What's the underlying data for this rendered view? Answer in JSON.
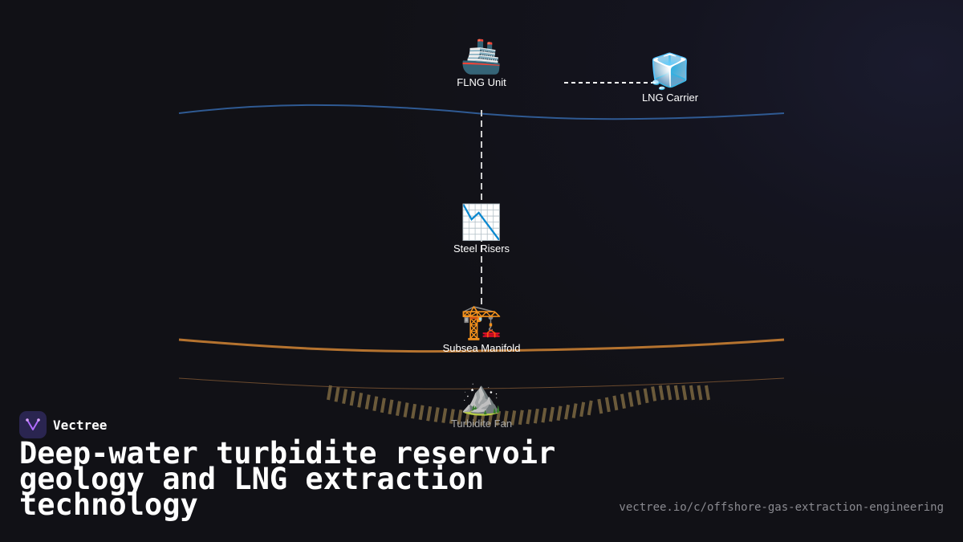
{
  "nodes": {
    "flng": {
      "label": "FLNG Unit",
      "icon": "🚢",
      "icon_name": "ship-icon"
    },
    "carrier": {
      "label": "LNG Carrier",
      "icon": "🧊",
      "icon_name": "ice-cube-icon"
    },
    "risers": {
      "label": "Steel Risers",
      "icon": "📉",
      "icon_name": "chart-decreasing-icon"
    },
    "manifold": {
      "label": "Subsea Manifold",
      "icon": "🏗️",
      "icon_name": "crane-icon"
    },
    "fan": {
      "label": "Turbidite Fan",
      "icon": "⛰️",
      "icon_name": "mountain-icon"
    }
  },
  "colors": {
    "sea_surface": "#2f5a93",
    "seabed": "#b5732f",
    "subsurface": "#6b4a2e",
    "channel_stripes": "#6b5a3a",
    "connector": "#cfcfcf",
    "label_muted": "#a8a8a8"
  },
  "brand": {
    "name": "Vectree",
    "logo": "vectree-logo-icon"
  },
  "headline": "Deep-water turbidite reservoir geology and LNG extraction technology",
  "url": "vectree.io/c/offshore-gas-extraction-engineering"
}
